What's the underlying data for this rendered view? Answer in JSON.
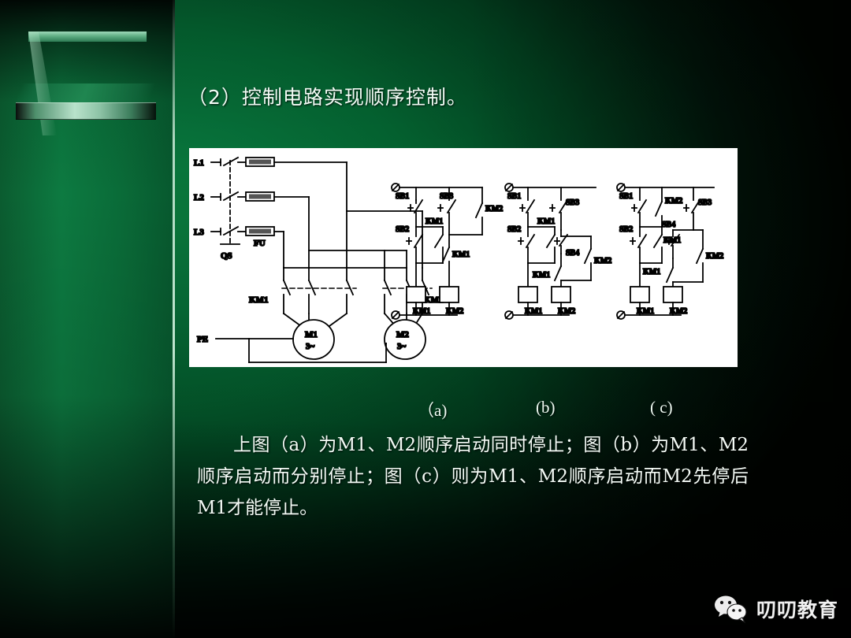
{
  "slide": {
    "heading": "（2）控制电路实现顺序控制。",
    "background_color": "#046230",
    "sidebar_color": "#0d7a41",
    "panel_color": "#ffffff"
  },
  "logo": {
    "name": "inverted-triangle-logo"
  },
  "diagram": {
    "power_circuit": {
      "lines": [
        "L1",
        "L2",
        "L3"
      ],
      "switch_label": "QS",
      "fuse_label": "FU",
      "ground_label": "PE",
      "contactors": [
        "KM1",
        "KM2"
      ],
      "motors": [
        {
          "name": "M1",
          "type": "3~"
        },
        {
          "name": "M2",
          "type": "3~"
        }
      ]
    },
    "control_circuits": [
      {
        "id": "a",
        "caption": "（a)",
        "buttons": [
          "SB1",
          "SB2",
          "SB3"
        ],
        "contacts": [
          "KM1",
          "KM2"
        ],
        "coils": [
          "KM1",
          "KM2"
        ]
      },
      {
        "id": "b",
        "caption": "(b)",
        "buttons": [
          "SB1",
          "SB2",
          "SB3",
          "SB4"
        ],
        "contacts": [
          "KM1",
          "KM2"
        ],
        "coils": [
          "KM1",
          "KM2"
        ]
      },
      {
        "id": "c",
        "caption": "( c)",
        "buttons": [
          "SB1",
          "SB2",
          "SB3",
          "SB4"
        ],
        "contacts": [
          "KM1",
          "KM2"
        ],
        "coils": [
          "KM1",
          "KM2"
        ]
      }
    ]
  },
  "body_text": "上图（a）为M1、M2顺序启动同时停止；图（b）为M1、M2顺序启动而分别停止；图（c）则为M1、M2顺序启动而M2先停后M1才能停止。",
  "watermark": {
    "icon": "wechat-icon",
    "text": "叨叨教育"
  }
}
